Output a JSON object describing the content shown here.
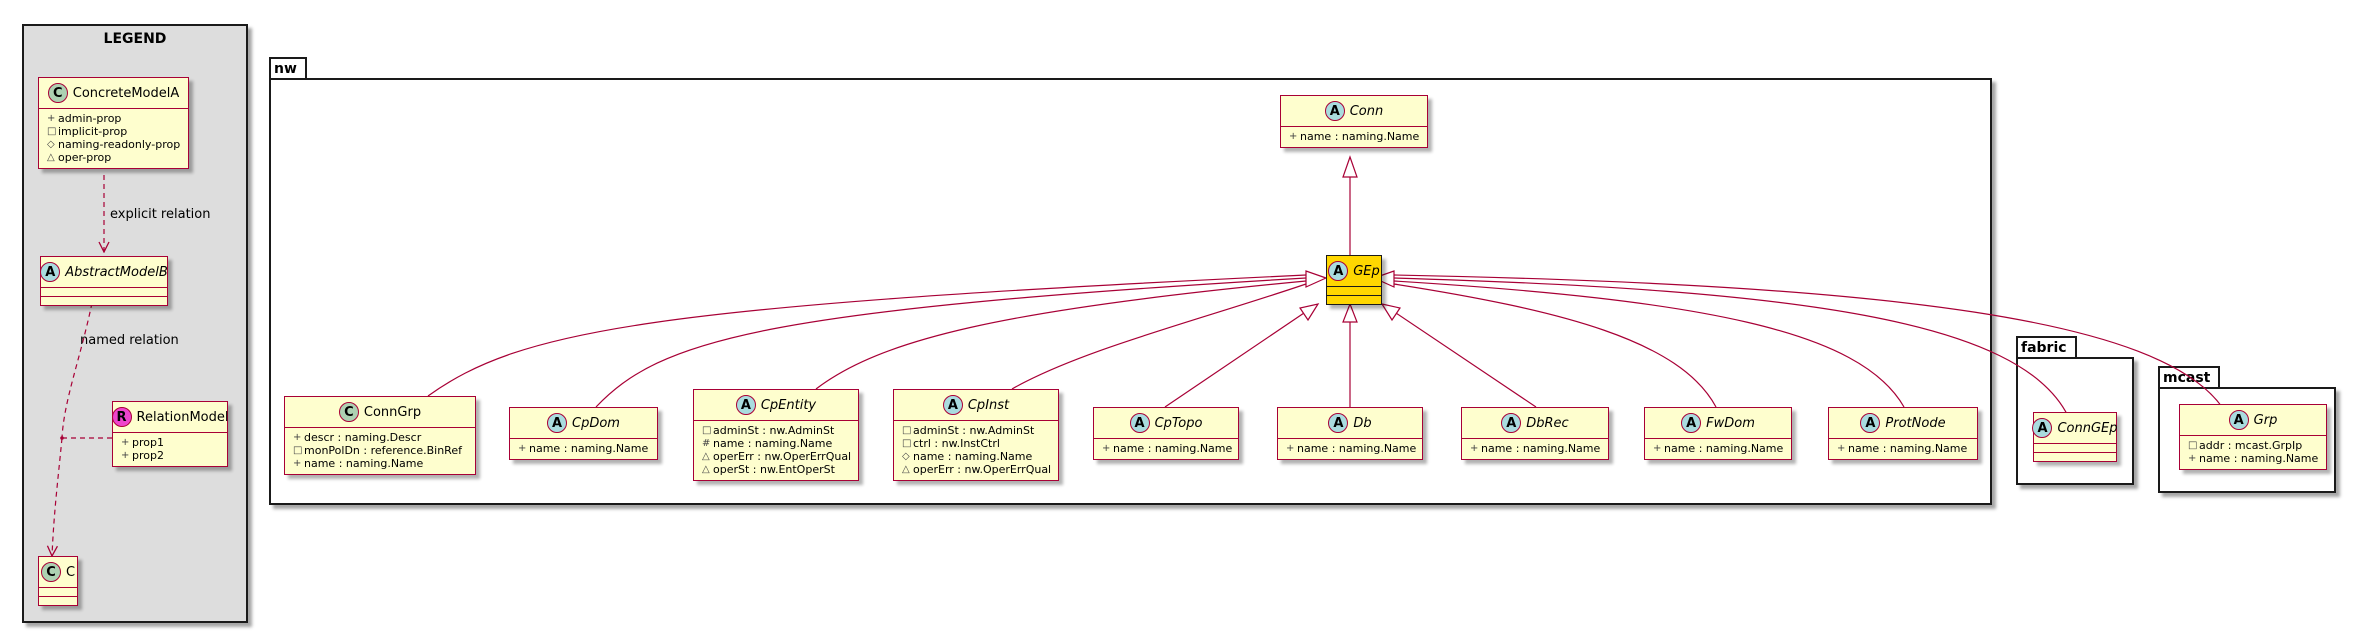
{
  "legend": {
    "title": "LEGEND",
    "classes": {
      "concrete": {
        "name": "ConcreteModelA",
        "stereotype": "C",
        "attrs": [
          {
            "vis": "+",
            "text": "admin-prop"
          },
          {
            "vis": "□",
            "text": "implicit-prop"
          },
          {
            "vis": "◇",
            "text": "naming-readonly-prop"
          },
          {
            "vis": "△",
            "text": "oper-prop"
          }
        ]
      },
      "abstract": {
        "name": "AbstractModelB",
        "stereotype": "A"
      },
      "relation": {
        "name": "RelationModel",
        "stereotype": "R",
        "attrs": [
          {
            "vis": "+",
            "text": "prop1"
          },
          {
            "vis": "+",
            "text": "prop2"
          }
        ]
      },
      "c": {
        "name": "C",
        "stereotype": "C"
      }
    },
    "labels": {
      "explicit": "explicit relation",
      "named": "named relation"
    }
  },
  "packages": {
    "nw": "nw",
    "fabric": "fabric",
    "mcast": "mcast"
  },
  "classes": {
    "conn": {
      "name": "Conn",
      "stereotype": "A",
      "attrs": [
        {
          "vis": "+",
          "text": "name : naming.Name"
        }
      ]
    },
    "gep": {
      "name": "GEp",
      "stereotype": "A",
      "attrs": []
    },
    "conngrp": {
      "name": "ConnGrp",
      "stereotype": "C",
      "attrs": [
        {
          "vis": "+",
          "text": "descr : naming.Descr"
        },
        {
          "vis": "□",
          "text": "monPolDn : reference.BinRef"
        },
        {
          "vis": "+",
          "text": "name : naming.Name"
        }
      ]
    },
    "cpdom": {
      "name": "CpDom",
      "stereotype": "A",
      "attrs": [
        {
          "vis": "+",
          "text": "name : naming.Name"
        }
      ]
    },
    "cpentity": {
      "name": "CpEntity",
      "stereotype": "A",
      "attrs": [
        {
          "vis": "□",
          "text": "adminSt : nw.AdminSt"
        },
        {
          "vis": "#",
          "text": "name : naming.Name"
        },
        {
          "vis": "△",
          "text": "operErr : nw.OperErrQual"
        },
        {
          "vis": "△",
          "text": "operSt : nw.EntOperSt"
        }
      ]
    },
    "cpinst": {
      "name": "CpInst",
      "stereotype": "A",
      "attrs": [
        {
          "vis": "□",
          "text": "adminSt : nw.AdminSt"
        },
        {
          "vis": "□",
          "text": "ctrl : nw.InstCtrl"
        },
        {
          "vis": "◇",
          "text": "name : naming.Name"
        },
        {
          "vis": "△",
          "text": "operErr : nw.OperErrQual"
        }
      ]
    },
    "cptopo": {
      "name": "CpTopo",
      "stereotype": "A",
      "attrs": [
        {
          "vis": "+",
          "text": "name : naming.Name"
        }
      ]
    },
    "db": {
      "name": "Db",
      "stereotype": "A",
      "attrs": [
        {
          "vis": "+",
          "text": "name : naming.Name"
        }
      ]
    },
    "dbrec": {
      "name": "DbRec",
      "stereotype": "A",
      "attrs": [
        {
          "vis": "+",
          "text": "name : naming.Name"
        }
      ]
    },
    "fwdom": {
      "name": "FwDom",
      "stereotype": "A",
      "attrs": [
        {
          "vis": "+",
          "text": "name : naming.Name"
        }
      ]
    },
    "protnode": {
      "name": "ProtNode",
      "stereotype": "A",
      "attrs": [
        {
          "vis": "+",
          "text": "name : naming.Name"
        }
      ]
    },
    "conngep": {
      "name": "ConnGEp",
      "stereotype": "A",
      "attrs": []
    },
    "grp": {
      "name": "Grp",
      "stereotype": "A",
      "attrs": [
        {
          "vis": "□",
          "text": "addr : mcast.GrpIp"
        },
        {
          "vis": "+",
          "text": "name : naming.Name"
        }
      ]
    }
  },
  "colors": {
    "class_fill": "#fefece",
    "class_border": "#a80036",
    "highlight_fill": "#ffd700",
    "stereotype_abstract": "#a9dcdf",
    "stereotype_concrete": "#add1b2",
    "stereotype_relation": "#ee44cc"
  }
}
